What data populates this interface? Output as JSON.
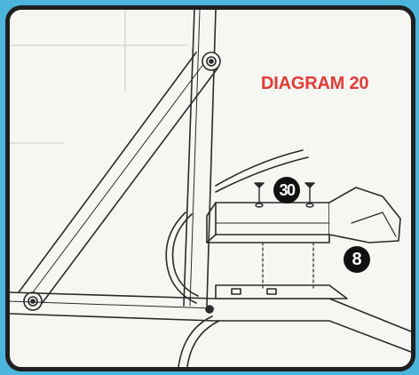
{
  "diagram": {
    "title": "DIAGRAM 20",
    "callouts": [
      {
        "id": "30",
        "text": "30",
        "meaning": "screw"
      },
      {
        "id": "8",
        "text": "8",
        "meaning": "seat-bracket"
      }
    ]
  },
  "colors": {
    "background": "#4cb5dc",
    "panel": "#f6f6f3",
    "border": "#1f1f1f",
    "title": "#e33b35",
    "line": "#2a2a2a",
    "callout_fill": "#111111"
  }
}
